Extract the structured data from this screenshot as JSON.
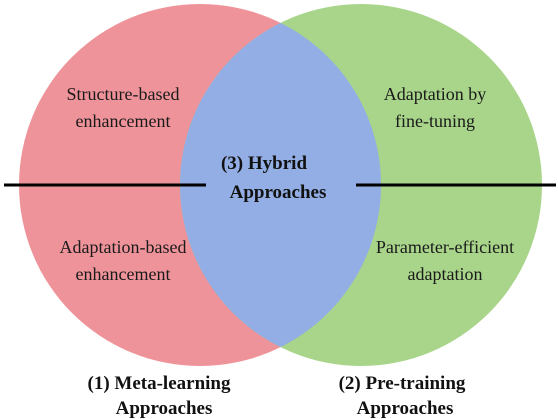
{
  "colors": {
    "left_circle": "#ef939a",
    "right_circle": "#a8d58a",
    "overlap": "#92aee4",
    "divider": "#000000"
  },
  "left_circle": {
    "upper_label": [
      "Structure-based",
      "enhancement"
    ],
    "lower_label": [
      "Adaptation-based",
      "enhancement"
    ],
    "caption": [
      "(1)  Meta-learning",
      "Approaches"
    ]
  },
  "right_circle": {
    "upper_label": [
      "Adaptation by",
      "fine-tuning"
    ],
    "lower_label": [
      "Parameter-efficient",
      "adaptation"
    ],
    "caption": [
      "(2) Pre-training",
      "Approaches"
    ]
  },
  "overlap": {
    "label": [
      "(3) Hybrid",
      "Approaches"
    ]
  }
}
